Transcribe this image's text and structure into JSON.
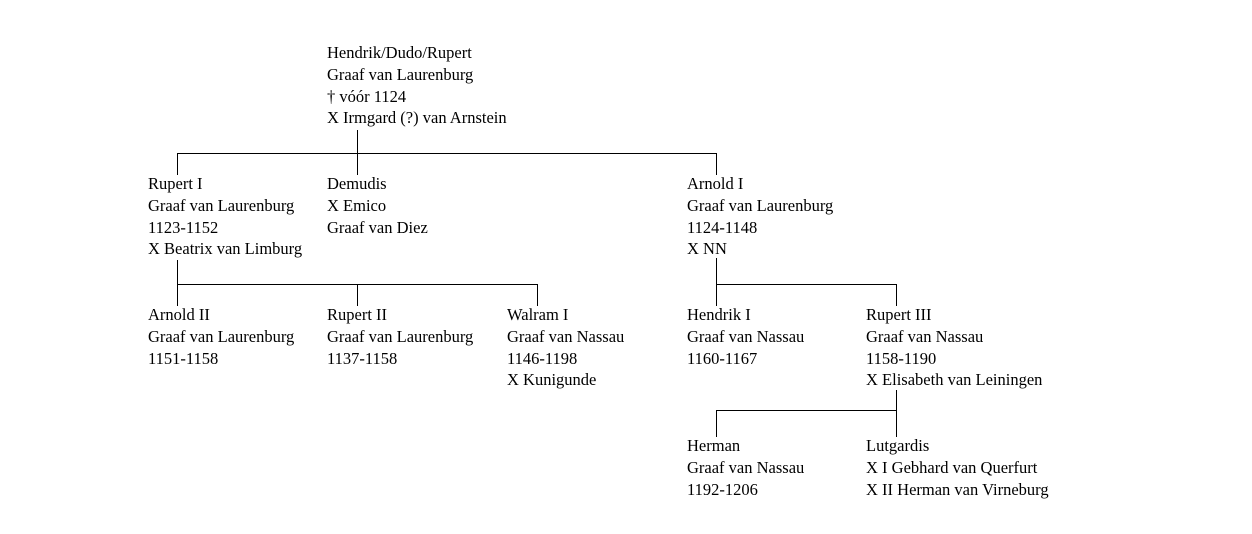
{
  "persons": {
    "root": [
      "Hendrik/Dudo/Rupert",
      "Graaf van Laurenburg",
      "† vóór 1124",
      "X Irmgard (?) van Arnstein"
    ],
    "rupert1": [
      "Rupert I",
      "Graaf van Laurenburg",
      "1123-1152",
      "X Beatrix van Limburg"
    ],
    "demudis": [
      "Demudis",
      "X Emico",
      "Graaf van Diez"
    ],
    "arnold1": [
      "Arnold I",
      "Graaf van Laurenburg",
      "1124-1148",
      "X NN"
    ],
    "arnold2": [
      "Arnold II",
      "Graaf van Laurenburg",
      "1151-1158"
    ],
    "rupert2": [
      "Rupert II",
      "Graaf van Laurenburg",
      "1137-1158"
    ],
    "walram1": [
      "Walram I",
      "Graaf van Nassau",
      "1146-1198",
      "X Kunigunde"
    ],
    "hendrik1": [
      "Hendrik I",
      "Graaf van Nassau",
      "1160-1167"
    ],
    "rupert3": [
      "Rupert III",
      "Graaf van Nassau",
      "1158-1190",
      "X Elisabeth van Leiningen"
    ],
    "herman": [
      "Herman",
      "Graaf van Nassau",
      "1192-1206"
    ],
    "lutgardis": [
      "Lutgardis",
      "X I Gebhard van Querfurt",
      "X II Herman van Virneburg"
    ]
  }
}
